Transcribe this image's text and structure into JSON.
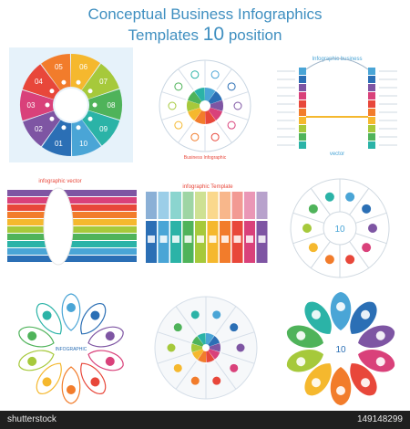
{
  "header": {
    "title_line1": "Conceptual  Business  Infographics",
    "title_line2_a": "Templates",
    "title_line2_b": "10",
    "title_line2_c": "position"
  },
  "panels": {
    "p1_numbers": [
      "01",
      "02",
      "03",
      "04",
      "05",
      "06",
      "07",
      "08",
      "09",
      "10"
    ],
    "p2_caption": "Business  Infographic",
    "p3_title": "Infographic  business",
    "p3_caption": "vector",
    "p4_title": "infographic  vector",
    "p5_title": "infographic  Template",
    "p6_center": "10",
    "p7_center": "INFOGRAPHIC",
    "p9_center": "10"
  },
  "colors": [
    "#4aa5d6",
    "#2b6fb5",
    "#7e55a3",
    "#d9417a",
    "#e8473a",
    "#f27c2b",
    "#f5b82e",
    "#a6c93b",
    "#4fb35a",
    "#2bb3a7"
  ],
  "footer": {
    "brand": "shutterstock",
    "id": "149148299"
  }
}
